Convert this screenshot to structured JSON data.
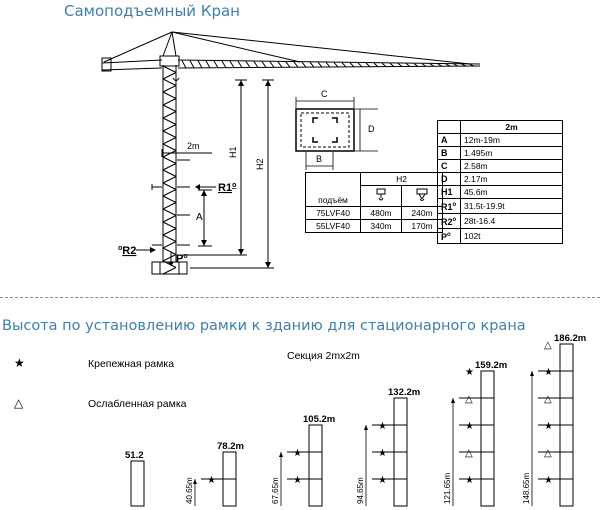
{
  "title": "Самоподъемный Кран",
  "section_title": "Высота по установлению рамки к зданию для стационарного крана",
  "crane_labels": {
    "dim_2m": "2m",
    "h1": "H1",
    "h2": "H2",
    "a": "A",
    "r1": "R1",
    "r1_sup": "o",
    "r2": "R2",
    "r2_prefix": "o",
    "p": "P",
    "p_sup": "o"
  },
  "foundation": {
    "c": "C",
    "d": "D",
    "b": "B"
  },
  "height_table": {
    "header_lift": "подъём",
    "header_h2": "H2",
    "rows": [
      {
        "model": "75LVF40",
        "v1": "480m",
        "v2": "240m"
      },
      {
        "model": "55LVF40",
        "v1": "340m",
        "v2": "170m"
      }
    ]
  },
  "spec_table": {
    "header": "2m",
    "rows": [
      {
        "key": "A",
        "sup": "",
        "value": "12m-19m"
      },
      {
        "key": "B",
        "sup": "",
        "value": "1.495m"
      },
      {
        "key": "C",
        "sup": "",
        "value": "2.58m"
      },
      {
        "key": "D",
        "sup": "",
        "value": "2.17m"
      },
      {
        "key": "H1",
        "sup": "",
        "value": "45.6m"
      },
      {
        "key": "R1",
        "sup": "o",
        "value": "31.5t-19.9t"
      },
      {
        "key": "R2",
        "sup": "o",
        "value": "28t-16.4"
      },
      {
        "key": "P",
        "sup": "o",
        "value": "102t"
      }
    ]
  },
  "legend": {
    "fixed_symbol": "★",
    "fixed_label": "Крепежная рамка",
    "weak_symbol": "△",
    "weak_label": "Ослабленная рамка",
    "section": "Секция 2mx2m"
  },
  "towers": [
    {
      "top": "51.2",
      "dim": "",
      "marks": []
    },
    {
      "top": "78.2m",
      "dim": "40.65m",
      "marks": [
        "star"
      ]
    },
    {
      "top": "105.2m",
      "dim": "67.65m",
      "marks": [
        "star",
        "star"
      ]
    },
    {
      "top": "132.2m",
      "dim": "94.65m",
      "marks": [
        "star",
        "star",
        "star"
      ]
    },
    {
      "top": "159.2m",
      "dim": "121.65m",
      "marks": [
        "star",
        "tri",
        "star",
        "tri",
        "star"
      ]
    },
    {
      "top": "186.2m",
      "dim": "148.65m",
      "marks": [
        "star",
        "tri",
        "star",
        "tri",
        "star",
        "tri"
      ]
    }
  ]
}
